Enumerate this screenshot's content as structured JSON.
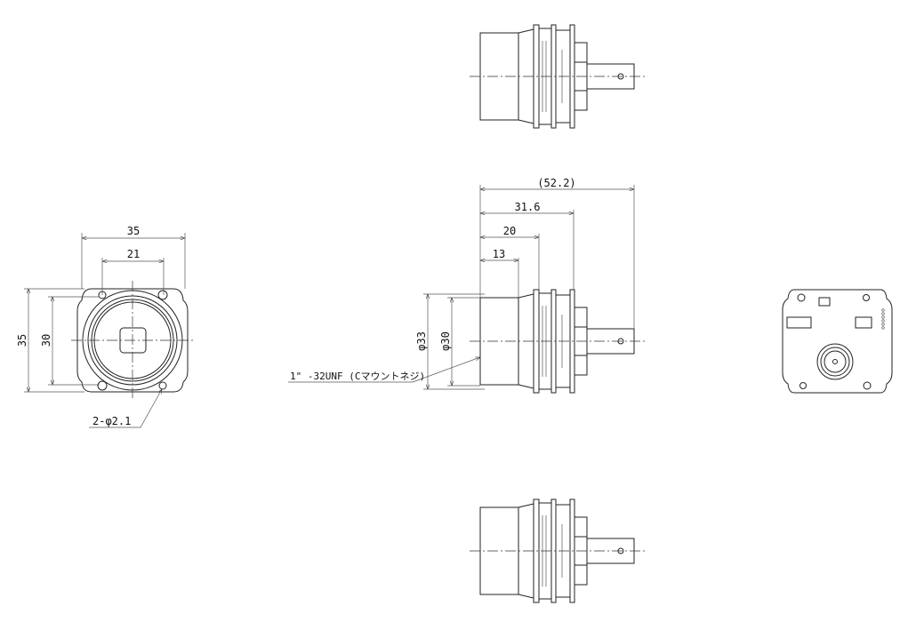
{
  "drawing": {
    "front_view": {
      "width_dim": "35",
      "hole_pitch_dim": "21",
      "height_dim": "35",
      "hole_pitch_v_dim": "30",
      "hole_note": "2-φ2.1"
    },
    "side_view": {
      "overall_length_dim": "(52.2)",
      "length_31_dim": "31.6",
      "length_20_dim": "20",
      "length_13_dim": "13",
      "diameter_outer_dim": "φ33",
      "diameter_inner_dim": "φ30",
      "thread_note": "1\" -32UNF (Cマウントネジ)"
    }
  }
}
